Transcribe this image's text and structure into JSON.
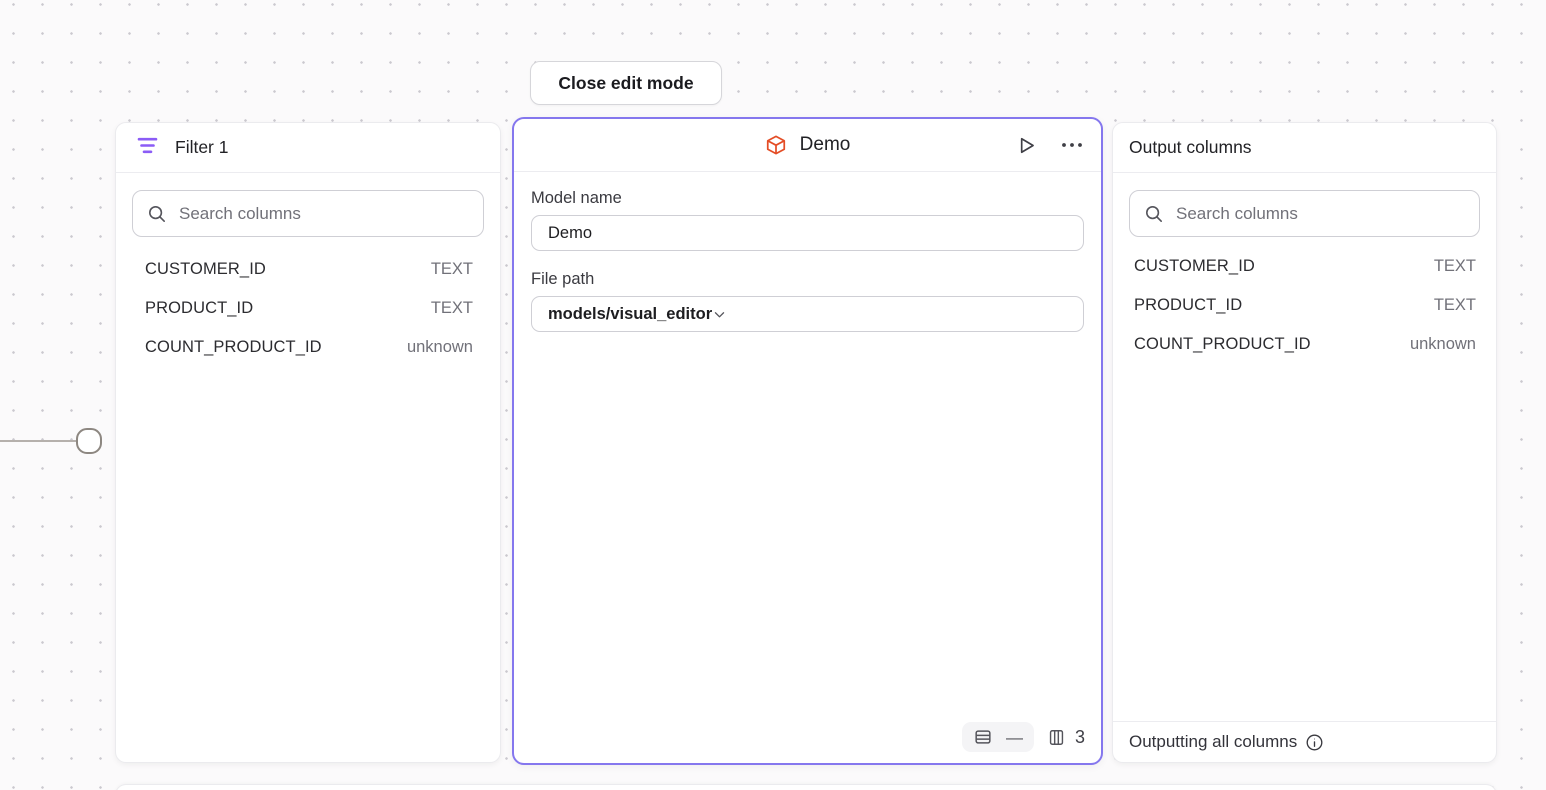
{
  "toolbar": {
    "close_edit_label": "Close edit mode"
  },
  "filter_panel": {
    "title": "Filter 1",
    "search_placeholder": "Search columns",
    "columns": [
      {
        "name": "CUSTOMER_ID",
        "type": "TEXT"
      },
      {
        "name": "PRODUCT_ID",
        "type": "TEXT"
      },
      {
        "name": "COUNT_PRODUCT_ID",
        "type": "unknown"
      }
    ]
  },
  "model_panel": {
    "title": "Demo",
    "fields": {
      "model_name_label": "Model name",
      "model_name_value": "Demo",
      "file_path_label": "File path",
      "file_path_value": "models/visual_editor"
    },
    "stats": {
      "rows": "—",
      "columns": "3"
    }
  },
  "output_panel": {
    "title": "Output columns",
    "search_placeholder": "Search columns",
    "columns": [
      {
        "name": "CUSTOMER_ID",
        "type": "TEXT"
      },
      {
        "name": "PRODUCT_ID",
        "type": "TEXT"
      },
      {
        "name": "COUNT_PRODUCT_ID",
        "type": "unknown"
      }
    ],
    "footer_label": "Outputting all columns"
  },
  "icons": {
    "filter": "filter-lines-icon",
    "model": "cube-icon",
    "run": "play-icon",
    "menu": "ellipsis-icon"
  },
  "colors": {
    "selection_purple": "#8577ee",
    "filter_icon_purple": "#8b5cf6",
    "model_icon_orange": "#e44d26",
    "canvas_background": "#fbfafb"
  }
}
